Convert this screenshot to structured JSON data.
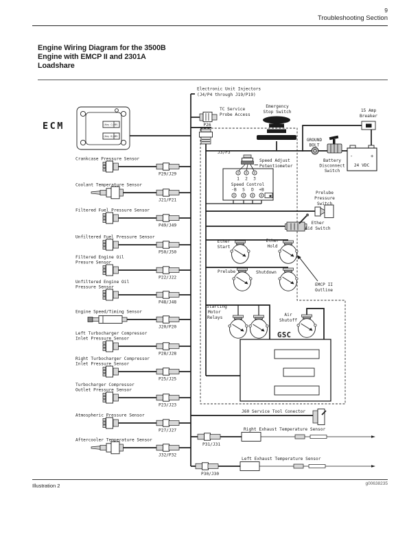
{
  "page": {
    "number": "9",
    "section": "Troubleshooting Section",
    "illustration_label": "Illustration 2",
    "figure_code": "g00638235"
  },
  "title": {
    "line1": "Engine Wiring Diagram for the 3500B",
    "line2": "Engine with EMCP II and 2301A",
    "line3": "Loadshare"
  },
  "colors": {
    "ink": "#1a1a1a",
    "paper": "#ffffff"
  },
  "diagram": {
    "ecm": {
      "label": "ECM",
      "conn1_key": "(Key C)J1",
      "conn1_pin": "P1",
      "conn2_key": "(Key D)J2",
      "conn2_pin": "P2"
    },
    "injectors": {
      "line1": "Electronic Unit Injectors",
      "line2": "(J4/P4 through J19/P19)"
    },
    "tc_probe": {
      "line1": "TC Service",
      "line2": "Probe Access",
      "tag": "P26"
    },
    "j3p3": {
      "tag": "J3/P3"
    },
    "estop": {
      "line1": "Emergency",
      "line2": "Stop Switch"
    },
    "breaker": {
      "line1": "15 Amp",
      "line2": "Breaker"
    },
    "ground_bolt": {
      "line1": "GROUND",
      "line2": "BOLT"
    },
    "battery_switch": {
      "line1": "Battery",
      "line2": "Disconnect",
      "line3": "Switch"
    },
    "battery": {
      "minus": "-",
      "plus": "+",
      "label": "24 VDC"
    },
    "speed_adjust": {
      "line1": "Speed Adjust",
      "line2": "Potentiometer"
    },
    "speed_control": {
      "label": "Speed Control",
      "t1": "1",
      "t2": "2",
      "t3": "3",
      "b1": "-B",
      "b2": "S",
      "b3": "D",
      "b4": "+B"
    },
    "prelube_pressure_switch": {
      "line1": "Prelube",
      "line2": "Pressure",
      "line3": "Switch"
    },
    "ether_aid_switch": {
      "line1": "Ether",
      "line2": "Aid Switch"
    },
    "ether_start_relay": {
      "line1": "Ether",
      "line2": "Start"
    },
    "ether_hold_relay": {
      "line1": "Ether",
      "line2": "Hold"
    },
    "prelube_relay": {
      "label": "Prelube"
    },
    "shutdown_relay": {
      "label": "Shutdown"
    },
    "emcp_outline": {
      "line1": "EMCP II",
      "line2": "Outline"
    },
    "starting_motor_relays": {
      "line1": "Starting",
      "line2": "Motor",
      "line3": "Relays"
    },
    "air_shutoff": {
      "line1": "Air",
      "line2": "Shutoff"
    },
    "gsc": {
      "label": "GSC"
    },
    "j60": {
      "label": "J60 Service Tool Conector"
    },
    "exhaust_right": {
      "label": "Right Exhaust Temperature Sensor",
      "tag": "P31/J31"
    },
    "exhaust_left": {
      "label": "Left Exhaust Temperature Sensor",
      "tag": "P30/J30"
    },
    "sensors": [
      {
        "line1": "Crankcase Pressure Sensor",
        "tag": "P29/J29",
        "icon": "pressure-sensor-icon"
      },
      {
        "line1": "Coolant Temperature Sensor",
        "tag": "J21/P21",
        "icon": "temperature-sensor-icon"
      },
      {
        "line1": "Filtered Fuel Pressure Sensor",
        "tag": "P49/J49",
        "icon": "pressure-sensor-icon"
      },
      {
        "line1": "Unfiltered Fuel Pressure Sensor",
        "tag": "P50/J50",
        "icon": "pressure-sensor-icon"
      },
      {
        "line1": "Filtered Engine Oil",
        "line2": "Presure Sensor",
        "tag": "P22/J22",
        "icon": "pressure-sensor-icon"
      },
      {
        "line1": "Unfiltered Engine Oil",
        "line2": "Pressure Sensor",
        "tag": "P48/J48",
        "icon": "pressure-sensor-icon"
      },
      {
        "line1": "Engine Speed/Timing Sensor",
        "tag": "J20/P20",
        "icon": "speed-timing-sensor-icon"
      },
      {
        "line1": "Left Turbocharger Compressor",
        "line2": "Inlet Pressure Sensor",
        "tag": "P28/J28",
        "icon": "pressure-sensor-icon"
      },
      {
        "line1": "Right Turbocharger Compressor",
        "line2": "Inlet Pressure Sensor",
        "tag": "P25/J25",
        "icon": "pressure-sensor-icon"
      },
      {
        "line1": "Turbocharger Compressor",
        "line2": "Outlet Pressure Sensor",
        "tag": "P23/J23",
        "icon": "pressure-sensor-icon"
      },
      {
        "line1": "Atmospheric Pressure Sensor",
        "tag": "P27/J27",
        "icon": "pressure-sensor-icon"
      },
      {
        "line1": "Aftercooler Temperature Sensor",
        "tag": "J32/P32",
        "icon": "temperature-sensor-icon"
      }
    ]
  }
}
